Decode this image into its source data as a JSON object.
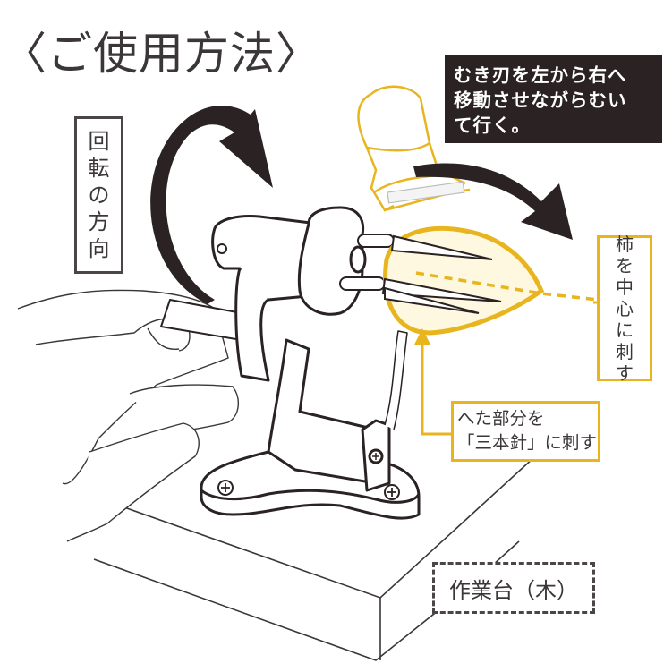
{
  "title": "〈ご使用方法〉",
  "instruction_box": {
    "lines": [
      "むき刃を左から右へ",
      "移動させながらむい",
      "て行く。"
    ]
  },
  "rotation_label": {
    "chars": [
      "回",
      "転",
      "の",
      "方",
      "向"
    ],
    "text": "回転の方向"
  },
  "center_label": {
    "chars": [
      "柿",
      "を",
      "中",
      "心",
      "に",
      "刺",
      "す"
    ],
    "text": "柿を中心に刺す"
  },
  "stem_label": {
    "lines": [
      "へた部分を",
      "「三本針」に刺す"
    ]
  },
  "table_label": {
    "text": "作業台（木）"
  },
  "colors": {
    "ink": "#2a2223",
    "accent_yellow": "#e8b51e",
    "fruit_fill": "#fdf8df",
    "text": "#3b3637"
  },
  "icons": {
    "rotation_arrow": "curved-arrow-clockwise-icon",
    "peel_direction_arrow": "curved-arrow-right-icon",
    "stem_pointer_arrow": "arrow-up-icon"
  }
}
